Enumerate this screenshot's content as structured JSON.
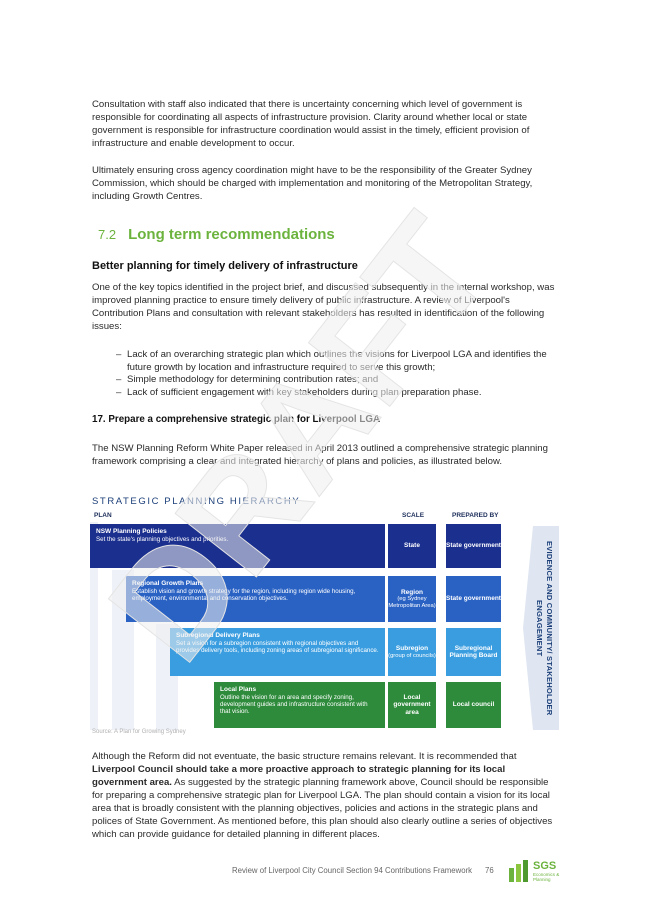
{
  "body": {
    "para1": "Consultation with staff also indicated that there is uncertainty concerning which level of government is responsible for coordinating all aspects of infrastructure provision. Clarity around whether local or state government is responsible for infrastructure coordination would assist in the timely, efficient provision of infrastructure and enable development to occur.",
    "para2": "Ultimately ensuring cross agency coordination might have to be the responsibility of the Greater Sydney Commission, which should be charged with implementation and monitoring of the Metropolitan Strategy, including Growth Centres.",
    "section_number": "7.2",
    "section_title": "Long term recommendations",
    "subheading": "Better planning for timely delivery of infrastructure",
    "para3": "One of the key topics identified in the project brief, and discussed subsequently in the internal workshop, was improved planning practice to ensure timely delivery of public infrastructure. A review of Liverpool's Contribution Plans and consultation with relevant stakeholders has resulted in identification of the following issues:",
    "bullets": [
      "Lack of an overarching strategic plan which outlines the visions for Liverpool LGA and identifies the future growth by location and infrastructure required to serve this growth;",
      "Simple methodology for determining contribution rates; and",
      "Lack of sufficient engagement with key stakeholders during plan preparation phase."
    ],
    "rec_heading": "17.  Prepare a comprehensive strategic plan for Liverpool LGA",
    "para4": "The NSW Planning Reform White Paper released in April 2013 outlined a comprehensive strategic planning framework comprising a clear and integrated hierarchy of plans and policies, as illustrated below.",
    "para5_a": "Although the Reform did not eventuate, the basic structure remains relevant. It is recommended that ",
    "para5_bold": "Liverpool Council should take a more proactive approach to strategic planning for its local government area.",
    "para5_b": " As suggested by the strategic planning framework above, Council should be responsible for preparing a comprehensive strategic plan for Liverpool LGA. The plan should contain a vision for its local area that is broadly consistent with the planning objectives, policies and actions in the strategic plans and polices of State Government. As mentioned before, this plan should also clearly outline a series of objectives which can provide guidance for detailed planning in different places."
  },
  "diagram": {
    "title": "STRATEGIC PLANNING HIERARCHY",
    "col_plan": "PLAN",
    "col_scale": "SCALE",
    "col_prepared": "PREPARED BY",
    "levels": [
      {
        "name": "NSW Planning Policies",
        "desc": "Set the state's planning objectives and priorities.",
        "scale": "State",
        "scale_note": "",
        "prepared": "State government"
      },
      {
        "name": "Regional Growth Plans",
        "desc": "Establish vision and growth strategy for the region, including region wide housing, employment, environmental and conservation objectives.",
        "scale": "Region",
        "scale_note": "(eg Sydney Metropolitan Area)",
        "prepared": "State government"
      },
      {
        "name": "Subregional Delivery Plans",
        "desc": "Set a vision for a subregion consistent with regional objectives and provides delivery tools, including zoning areas of subregional significance.",
        "scale": "Subregion",
        "scale_note": "(group of councils)",
        "prepared": "Subregional Planning Board"
      },
      {
        "name": "Local Plans",
        "desc": "Outline the vision for an area and specify zoning, development guides and infrastructure consistent with that vision.",
        "scale": "Local government area",
        "scale_note": "",
        "prepared": "Local council"
      }
    ],
    "side_label": "EVIDENCE AND COMMUNITY/ STAKEHOLDER ENGAGEMENT",
    "source": "Source: A Plan for Growing Sydney",
    "colors": {
      "navy": "#1b2f8f",
      "blue": "#2a62c4",
      "light_blue": "#3a9de0",
      "green": "#2e8b3c",
      "arrow": "#dfe6f1"
    }
  },
  "footer": {
    "text": "Review of Liverpool City Council Section 94 Contributions Framework",
    "page": "76",
    "logo_main": "SGS",
    "logo_sub": "Economics & Planning"
  },
  "watermark": {
    "text": "DRAFT"
  }
}
